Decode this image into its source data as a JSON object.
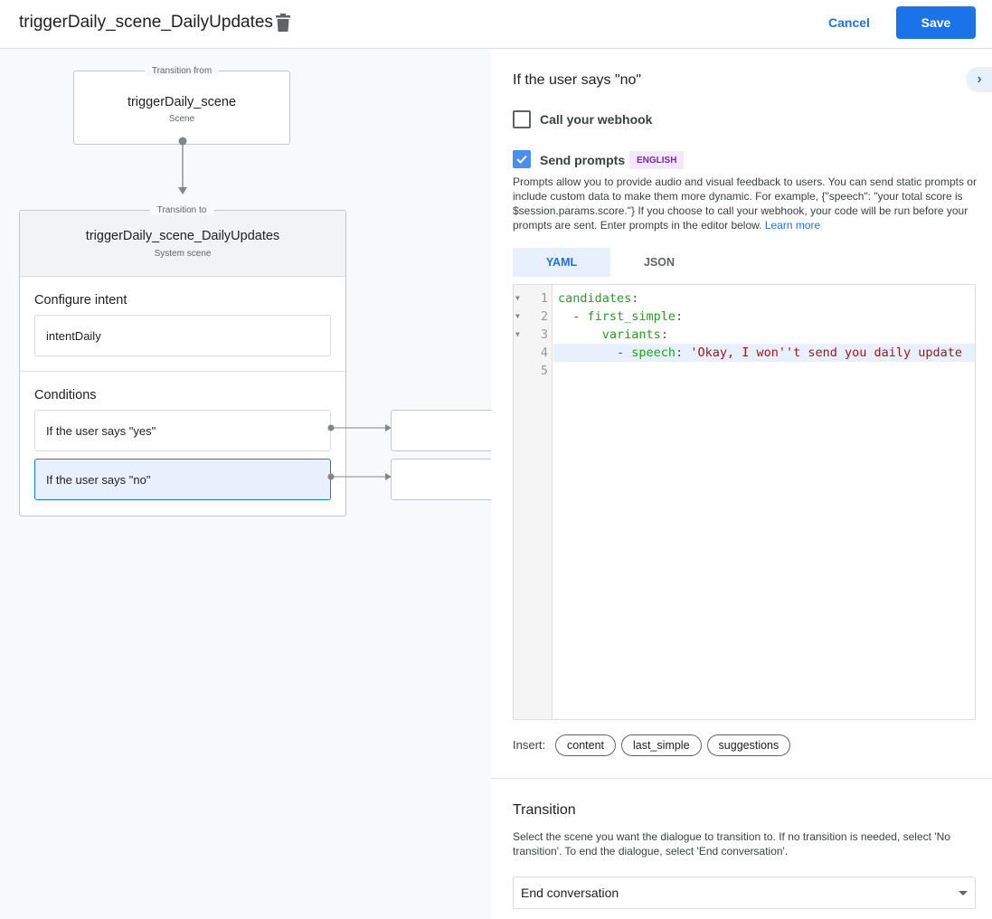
{
  "header": {
    "title": "triggerDaily_scene_DailyUpdates",
    "cancel_label": "Cancel",
    "save_label": "Save"
  },
  "canvas": {
    "from": {
      "legend": "Transition from",
      "name": "triggerDaily_scene",
      "type": "Scene"
    },
    "to": {
      "legend": "Transition to",
      "name": "triggerDaily_scene_DailyUpdates",
      "type": "System scene",
      "intent_heading": "Configure intent",
      "intent": "intentDaily",
      "conditions_heading": "Conditions",
      "conditions": [
        {
          "label": "If the user says \"yes\""
        },
        {
          "label": "If the user says \"no\"",
          "selected": true
        }
      ]
    }
  },
  "panel": {
    "heading": "If the user says \"no\"",
    "webhook_label": "Call your webhook",
    "webhook_checked": false,
    "prompts_label": "Send prompts",
    "prompts_checked": true,
    "language_badge": "ENGLISH",
    "description": "Prompts allow you to provide audio and visual feedback to users. You can send static prompts or include custom data to make them more dynamic. For example, {\"speech\": \"your total score is $session.params.score.\"} If you choose to call your webhook, your code will be run before your prompts are sent. Enter prompts in the editor below.",
    "learn_more": "Learn more",
    "tabs": [
      {
        "label": "YAML",
        "active": true
      },
      {
        "label": "JSON",
        "active": false
      }
    ],
    "code_lines": [
      {
        "n": "1",
        "indent": "",
        "key": "candidates",
        "sep": ":",
        "val": ""
      },
      {
        "n": "2",
        "indent": "  - ",
        "key": "first_simple",
        "sep": ":",
        "val": ""
      },
      {
        "n": "3",
        "indent": "      ",
        "key": "variants",
        "sep": ":",
        "val": ""
      },
      {
        "n": "4",
        "indent": "        - ",
        "key": "speech",
        "sep": ": ",
        "val": "'Okay, I won''t send you daily update"
      },
      {
        "n": "5",
        "indent": "",
        "key": "",
        "sep": "",
        "val": ""
      }
    ],
    "insert_label": "Insert:",
    "insert_chips": [
      "content",
      "last_simple",
      "suggestions"
    ],
    "transition_heading": "Transition",
    "transition_desc": "Select the scene you want the dialogue to transition to. If no transition is needed, select 'No transition'. To end the dialogue, select 'End conversation'.",
    "transition_value": "End conversation"
  },
  "colors": {
    "accent": "#1a73e8",
    "selected_bg": "#e8f0fe",
    "yaml_key": "#22a020",
    "yaml_string": "#a31515",
    "badge_bg": "#f3e8fd",
    "badge_text": "#7627bb"
  }
}
